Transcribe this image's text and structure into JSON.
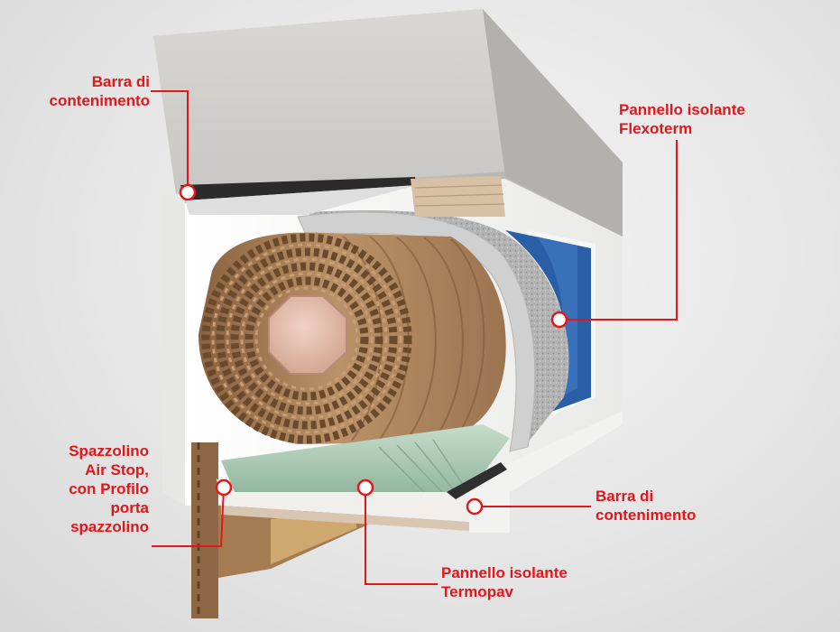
{
  "colors": {
    "label_red": "#e3161b",
    "plaster": "#d5d3cf",
    "white_box": "#f3f3f1",
    "wood": "#b08760",
    "foam": "#a9a9a9",
    "blue_layer": "#2a5fa8",
    "green_panel": "#a8c9b2"
  },
  "labels": {
    "top_left_bar": [
      "Barra di",
      "contenimento"
    ],
    "top_right_panel": [
      "Pannello isolante",
      "Flexoterm"
    ],
    "bottom_left_brush": [
      "Spazzolino",
      "Air Stop,",
      "con Profilo",
      "porta",
      "spazzolino"
    ],
    "bottom_right_bar": [
      "Barra di",
      "contenimento"
    ],
    "bottom_center_panel": [
      "Pannello isolante",
      "Termopav"
    ]
  }
}
